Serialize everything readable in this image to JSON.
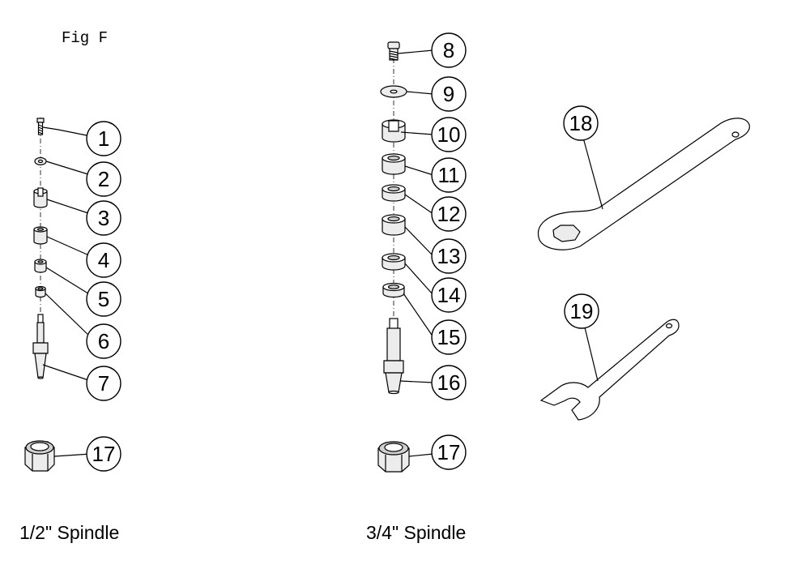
{
  "figure": {
    "title": "Fig F",
    "captions": {
      "left": "1/2\" Spindle",
      "right": "3/4\" Spindle"
    }
  },
  "callouts": [
    {
      "id": "c1",
      "label": "1"
    },
    {
      "id": "c2",
      "label": "2"
    },
    {
      "id": "c3",
      "label": "3"
    },
    {
      "id": "c4",
      "label": "4"
    },
    {
      "id": "c5",
      "label": "5"
    },
    {
      "id": "c6",
      "label": "6"
    },
    {
      "id": "c7",
      "label": "7"
    },
    {
      "id": "c17a",
      "label": "17"
    },
    {
      "id": "c8",
      "label": "8"
    },
    {
      "id": "c9",
      "label": "9"
    },
    {
      "id": "c10",
      "label": "10"
    },
    {
      "id": "c11",
      "label": "11"
    },
    {
      "id": "c12",
      "label": "12"
    },
    {
      "id": "c13",
      "label": "13"
    },
    {
      "id": "c14",
      "label": "14"
    },
    {
      "id": "c15",
      "label": "15"
    },
    {
      "id": "c16",
      "label": "16"
    },
    {
      "id": "c17b",
      "label": "17"
    },
    {
      "id": "c18",
      "label": "18"
    },
    {
      "id": "c19",
      "label": "19"
    }
  ]
}
